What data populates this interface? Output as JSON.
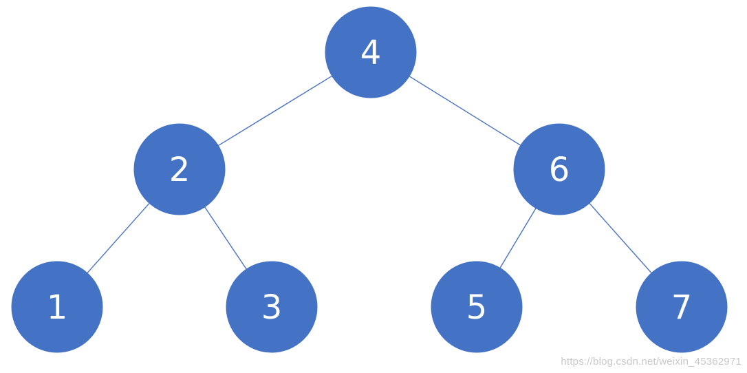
{
  "colors": {
    "node_fill": "#4472c4",
    "edge": "#4a72c4",
    "label": "#ffffff",
    "watermark": "#c8c8c8"
  },
  "nodes": [
    {
      "id": "n4",
      "label": "4"
    },
    {
      "id": "n2",
      "label": "2"
    },
    {
      "id": "n6",
      "label": "6"
    },
    {
      "id": "n1",
      "label": "1"
    },
    {
      "id": "n3",
      "label": "3"
    },
    {
      "id": "n5",
      "label": "5"
    },
    {
      "id": "n7",
      "label": "7"
    }
  ],
  "edges": [
    {
      "from": "n4",
      "to": "n2"
    },
    {
      "from": "n4",
      "to": "n6"
    },
    {
      "from": "n2",
      "to": "n1"
    },
    {
      "from": "n2",
      "to": "n3"
    },
    {
      "from": "n6",
      "to": "n5"
    },
    {
      "from": "n6",
      "to": "n7"
    }
  ],
  "watermark": "https://blog.csdn.net/weixin_45362971"
}
